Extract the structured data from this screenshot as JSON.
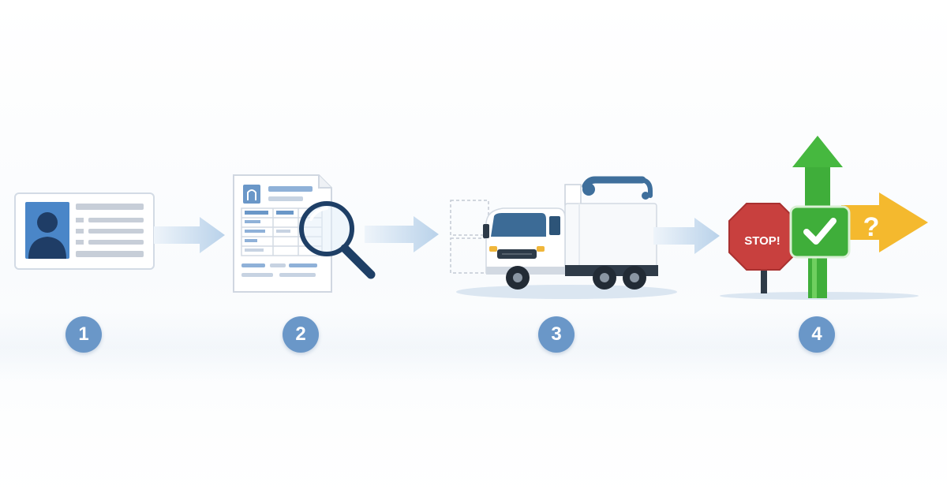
{
  "colors": {
    "badge": "#6a97c8",
    "arrow_start": "#eef4fa",
    "arrow_end": "#b9d2ea",
    "stop_red": "#c8403e",
    "check_green": "#3fae3a",
    "question_yellow": "#f4b92e",
    "crane_blue": "#3f6f9c"
  },
  "steps": [
    {
      "number": "1",
      "icon": "id-card-icon"
    },
    {
      "number": "2",
      "icon": "document-search-icon"
    },
    {
      "number": "3",
      "icon": "crane-truck-icon"
    },
    {
      "number": "4",
      "icon": "decision-signs-icon"
    }
  ],
  "signs": {
    "stop_text": "STOP!",
    "question_text": "?"
  }
}
